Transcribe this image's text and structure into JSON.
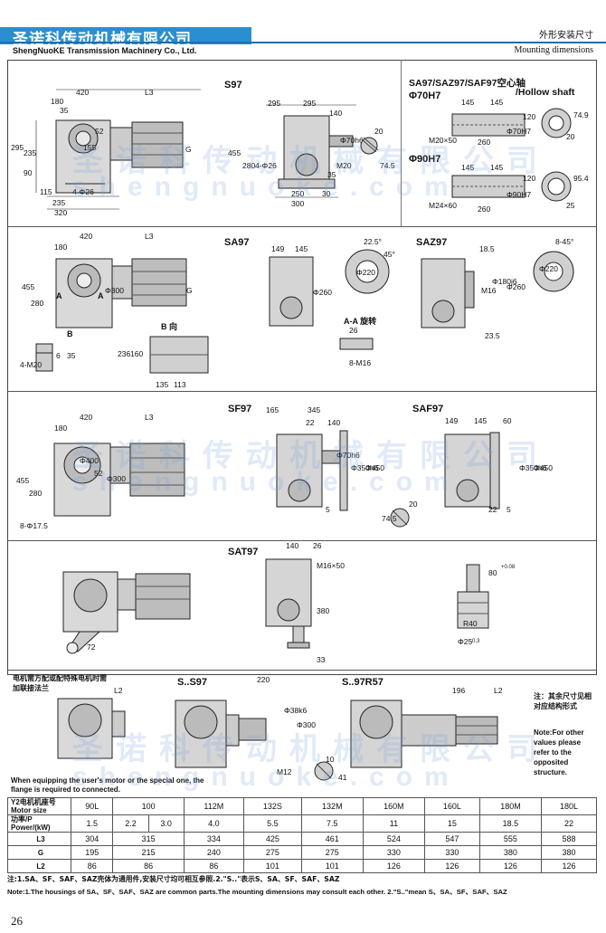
{
  "header": {
    "company_cn": "圣诺科传动机械有限公司",
    "company_en": "ShengNuoKE Transmission Machinery Co., Ltd.",
    "section_cn": "外形安装尺寸",
    "section_en": "Mounting dimensions"
  },
  "watermark": {
    "cn": "圣诺科传动机械有限公司",
    "en": "shengnuoke.com"
  },
  "s97": {
    "title": "S97",
    "dims": [
      "420",
      "180",
      "35",
      "L3",
      "52",
      "155",
      "G",
      "295",
      "235",
      "90",
      "115",
      "4-Φ26",
      "235",
      "320",
      "295",
      "295",
      "140",
      "Φ70h6",
      "M20",
      "280",
      "4-Φ26",
      "455",
      "250",
      "300",
      "30",
      "35",
      "20",
      "74.5"
    ]
  },
  "hollow": {
    "title": "SA97/SAZ97/SAF97空心轴",
    "subtitle": "/Hollow shaft",
    "phi70": "Φ70H7",
    "phi90": "Φ90H7",
    "dims1": [
      "145",
      "145",
      "120",
      "74.9",
      "Φ70H7",
      "M20×50",
      "260",
      "20"
    ],
    "dims2": [
      "145",
      "145",
      "120",
      "95.4",
      "Φ90H7",
      "M24×60",
      "260",
      "25"
    ]
  },
  "sa97": {
    "title": "SA97",
    "b_view": "B 向",
    "section": "A-A 旋转",
    "dims": [
      "420",
      "180",
      "L3",
      "455",
      "280",
      "Φ300",
      "G",
      "4-M20",
      "6",
      "35",
      "236",
      "160",
      "135",
      "113",
      "149",
      "145",
      "Φ260",
      "22.5°",
      "45°",
      "Φ220",
      "26",
      "8-M16",
      "A",
      "A",
      "B"
    ]
  },
  "saz97": {
    "title": "SAZ97",
    "dims": [
      "18.5",
      "M16",
      "Φ180j6",
      "Φ260",
      "23.5",
      "8-45°",
      "Φ220"
    ]
  },
  "sf97": {
    "title": "SF97",
    "dims": [
      "420",
      "180",
      "165",
      "345",
      "22",
      "140",
      "L3",
      "Φ400",
      "52",
      "Φ300",
      "455",
      "280",
      "8-Φ17.5",
      "Φ70h6",
      "Φ350h6",
      "Φ450",
      "5",
      "20",
      "74.5"
    ]
  },
  "saf97": {
    "title": "SAF97",
    "dims": [
      "149",
      "145",
      "60",
      "Φ350h6",
      "Φ450",
      "22",
      "5"
    ]
  },
  "sat97": {
    "title": "SAT97",
    "dims": [
      "140",
      "26",
      "M16×50",
      "380",
      "33",
      "R40",
      "Φ25",
      "72",
      "80"
    ],
    "tol": [
      "+0.08",
      "-0.3"
    ]
  },
  "adapter": {
    "note_cn": "电机需方配或配特殊电机时需加联接法兰",
    "note_en": "When equipping the user's motor or the special one, the flange is required to connected.",
    "s97_title": "S..S97",
    "r57_title": "S..97R57",
    "dims": [
      "L2",
      "220",
      "Φ38k6",
      "Φ300",
      "M12",
      "10",
      "41",
      "196",
      "L2"
    ]
  },
  "side_note": {
    "cn": "注：其余尺寸见相对应结构形式",
    "en": "Note:For other values please refer to the opposited structure."
  },
  "table": {
    "row_heads": [
      "Y2电机机座号 Motor size",
      "功率/P Power/(kW)",
      "L3",
      "G",
      "L2"
    ],
    "motor_size": [
      "90L",
      "100",
      "112M",
      "132S",
      "132M",
      "160M",
      "160L",
      "180M",
      "180L"
    ],
    "power": [
      "1.5",
      "2.2",
      "3.0",
      "4.0",
      "5.5",
      "7.5",
      "11",
      "15",
      "18.5",
      "22"
    ],
    "L3": [
      "304",
      "315",
      "334",
      "425",
      "461",
      "524",
      "547",
      "555",
      "588"
    ],
    "G": [
      "195",
      "215",
      "240",
      "275",
      "275",
      "330",
      "330",
      "380",
      "380"
    ],
    "L2": [
      "86",
      "86",
      "86",
      "101",
      "101",
      "126",
      "126",
      "126",
      "126"
    ]
  },
  "footnotes": {
    "cn": "注:1.SA、SF、SAF、SAZ壳体为通用件,安装尺寸均可相互参照.2.\"S..\"表示S、SA、SF、SAF、SAZ",
    "en": "Note:1.The housings of SA、SF、SAF、SAZ are common parts.The mounting dimensions may consult each other. 2.\"S..\"mean S、SA、SF、SAF、SAZ"
  },
  "page": {
    "number": "26"
  }
}
